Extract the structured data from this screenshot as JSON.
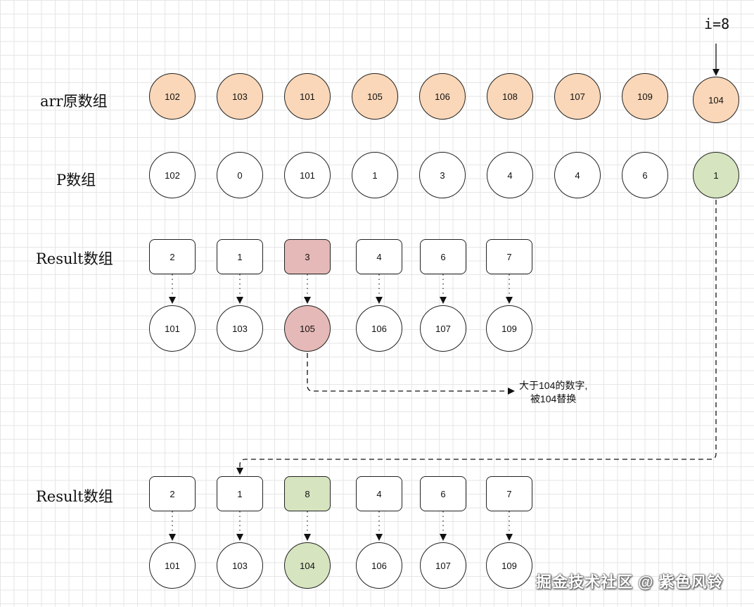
{
  "rows": {
    "arr_label": "arr原数组",
    "p_label": "P数组",
    "result1_label": "Result数组",
    "result2_label": "Result数组"
  },
  "pointer_label": "i=8",
  "arr": [
    "102",
    "103",
    "101",
    "105",
    "106",
    "108",
    "107",
    "109",
    "104"
  ],
  "p": [
    "102",
    "0",
    "101",
    "1",
    "3",
    "4",
    "4",
    "6",
    "1"
  ],
  "result1": {
    "indices": [
      "2",
      "1",
      "3",
      "4",
      "6",
      "7"
    ],
    "values": [
      "101",
      "103",
      "105",
      "106",
      "107",
      "109"
    ]
  },
  "result2": {
    "indices": [
      "2",
      "1",
      "8",
      "4",
      "6",
      "7"
    ],
    "values": [
      "101",
      "103",
      "104",
      "106",
      "107",
      "109"
    ]
  },
  "note": {
    "line1": "大于104的数字,",
    "line2": "被104替换"
  },
  "watermark": "掘金技术社区 @ 紫色风铃",
  "colors": {
    "orange": "#fad7b8",
    "green": "#d6e4bf",
    "red": "#e5b9b7"
  }
}
